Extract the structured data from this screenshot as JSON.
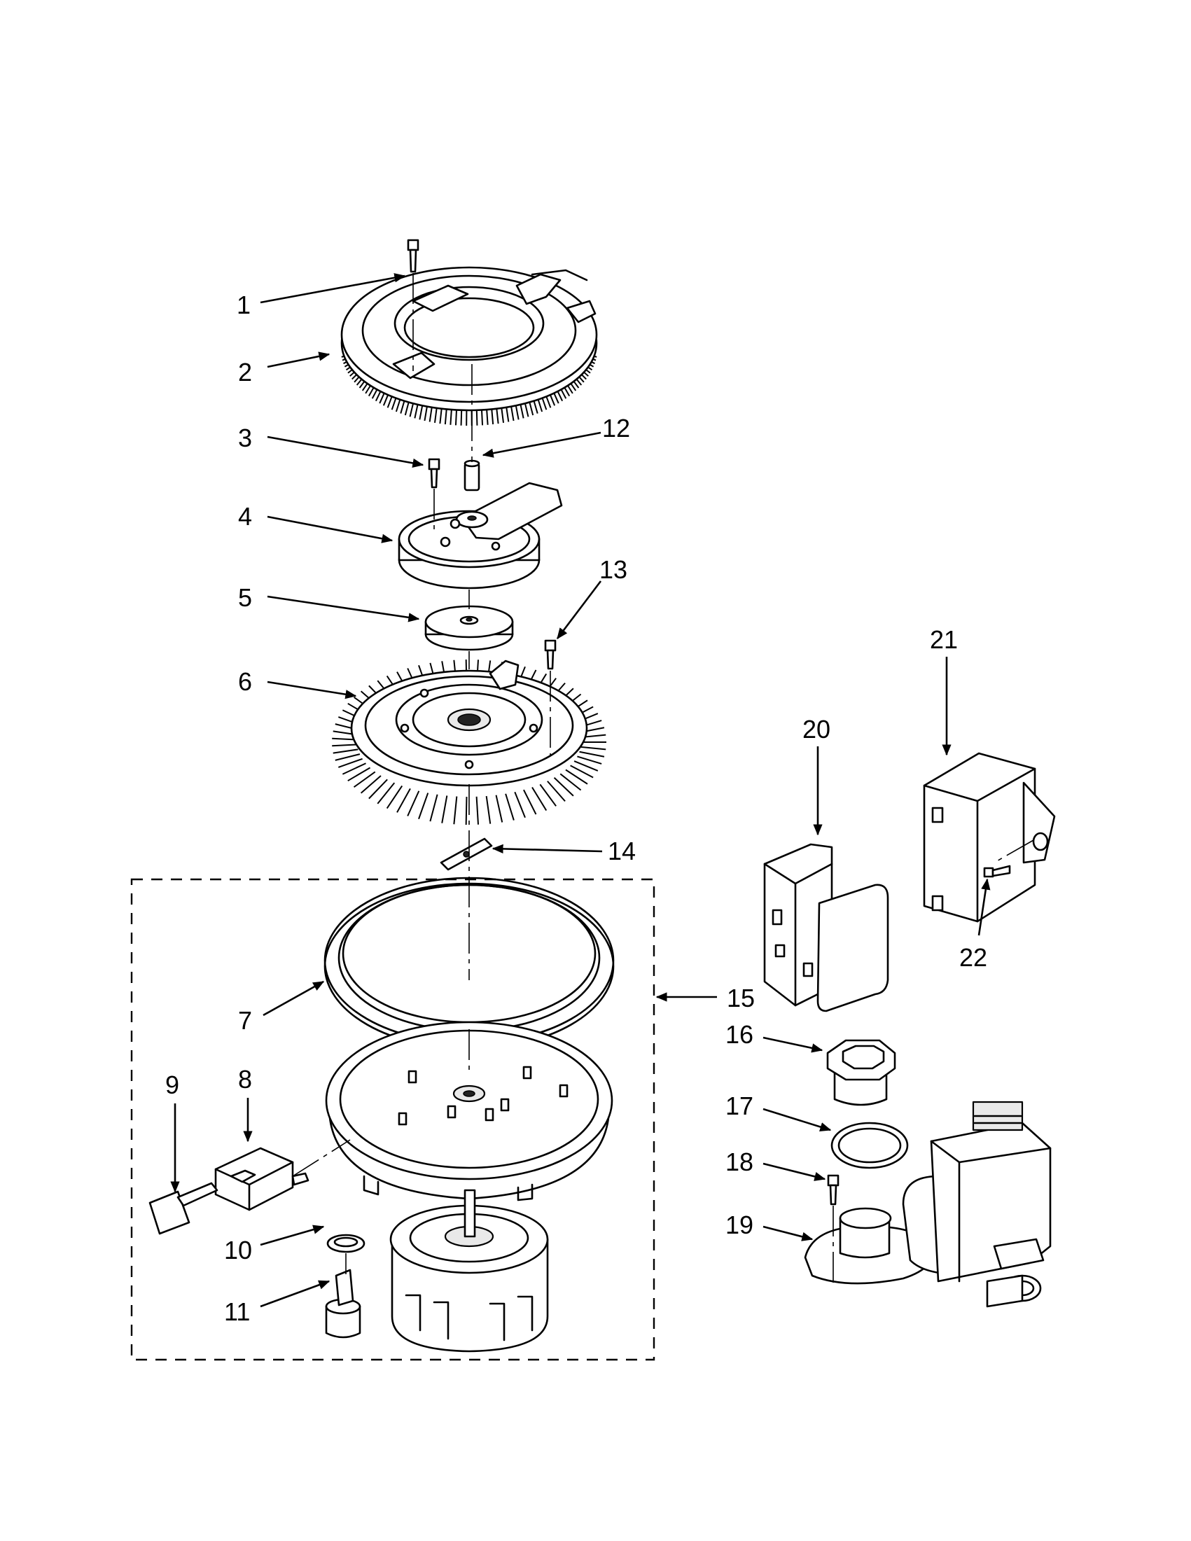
{
  "callouts": [
    "1",
    "2",
    "3",
    "4",
    "5",
    "6",
    "7",
    "8",
    "9",
    "10",
    "11",
    "12",
    "13",
    "14",
    "15",
    "16",
    "17",
    "18",
    "19",
    "20",
    "21",
    "22"
  ],
  "colors": {
    "ink": "#000000",
    "paper": "#ffffff",
    "shade": "#e9e9e9"
  }
}
